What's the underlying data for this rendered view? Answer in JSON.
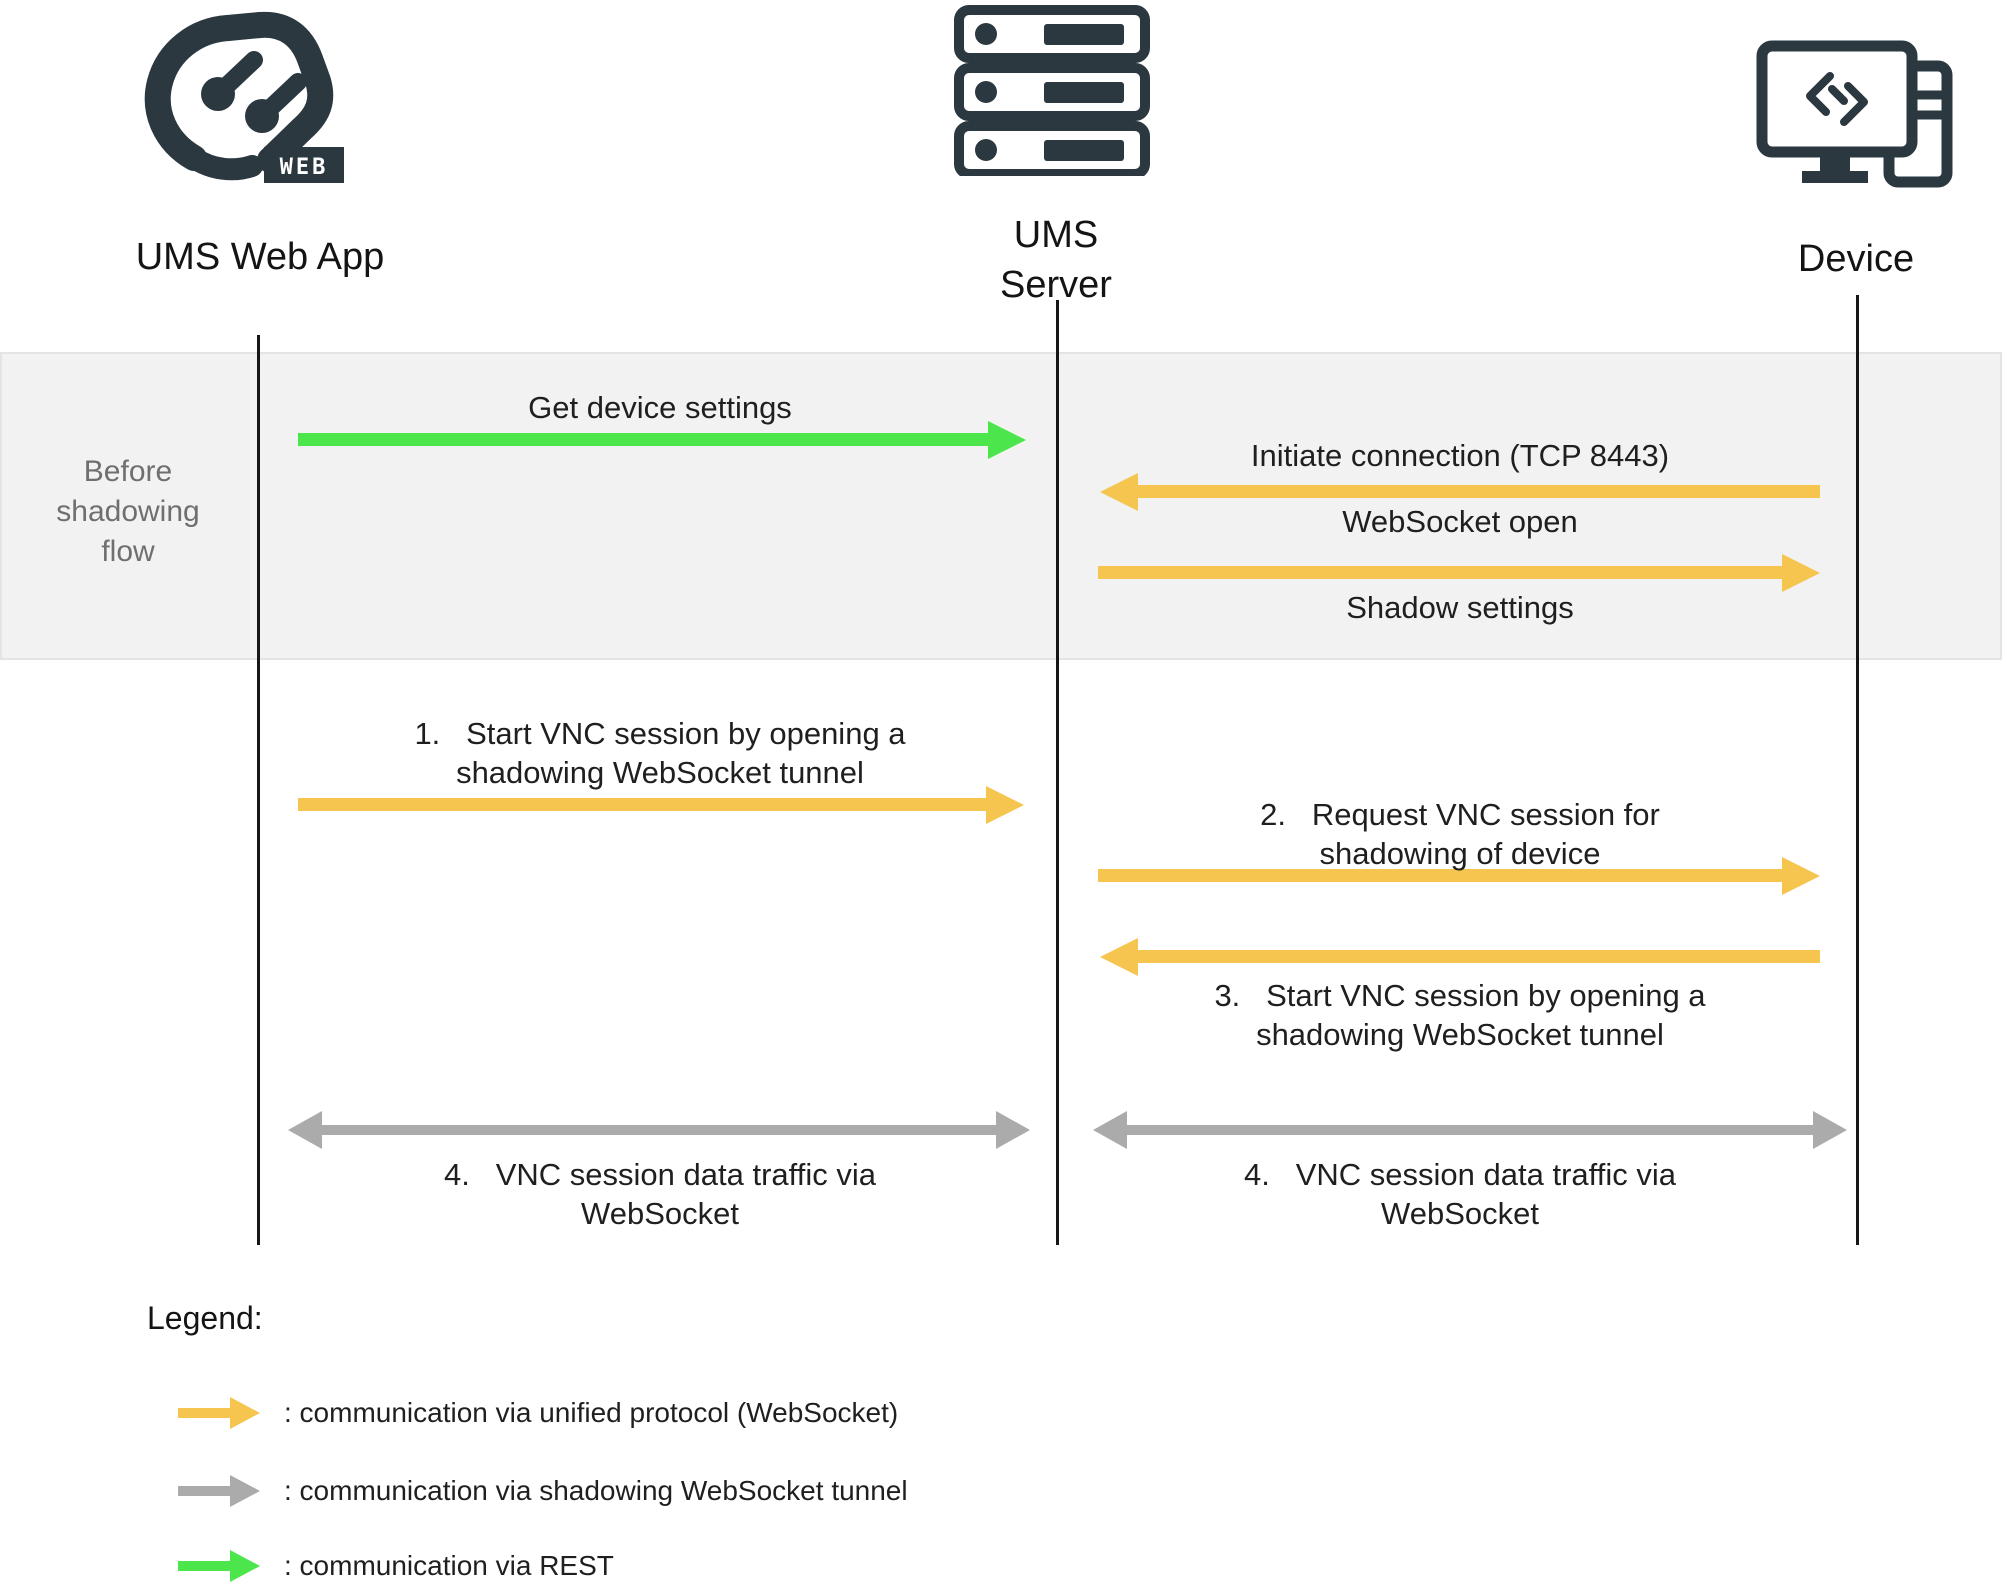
{
  "diagram": {
    "actors": {
      "webapp": {
        "label": "UMS Web App",
        "badge": "WEB"
      },
      "server": {
        "label": "UMS Server"
      },
      "device": {
        "label": "Device"
      }
    },
    "phase": {
      "label": "Before shadowing flow"
    },
    "messages": {
      "get_settings": {
        "text": "Get device settings",
        "from": "webapp",
        "to": "server",
        "protocol": "REST"
      },
      "initiate": {
        "text": "Initiate connection (TCP 8443)",
        "from": "device",
        "to": "server",
        "protocol": "unified"
      },
      "ws_open": {
        "text": "WebSocket open",
        "from": "server",
        "to": "device",
        "protocol": "unified"
      },
      "shadow_settings": {
        "text": "Shadow settings",
        "protocol": "unified"
      },
      "step1": {
        "lines": [
          "1.   Start VNC session by opening a",
          "shadowing WebSocket tunnel"
        ],
        "from": "webapp",
        "to": "server",
        "protocol": "unified"
      },
      "step2": {
        "lines": [
          "2.   Request VNC session for",
          "shadowing of device"
        ],
        "from": "server",
        "to": "device",
        "protocol": "unified"
      },
      "step3": {
        "lines": [
          "3.   Start VNC session by opening a",
          "shadowing WebSocket tunnel"
        ],
        "from": "device",
        "to": "server",
        "protocol": "unified"
      },
      "step4_left": {
        "lines": [
          "4.   VNC session data traffic via",
          "WebSocket"
        ],
        "between": [
          "webapp",
          "server"
        ],
        "bidirectional": true,
        "protocol": "shadowing-tunnel"
      },
      "step4_right": {
        "lines": [
          "4.   VNC session data traffic via",
          "WebSocket"
        ],
        "between": [
          "server",
          "device"
        ],
        "bidirectional": true,
        "protocol": "shadowing-tunnel"
      }
    },
    "legend": {
      "title": "Legend:",
      "items": [
        {
          "arrow_color": "#F5C54F",
          "text": ": communication via unified protocol (WebSocket)"
        },
        {
          "arrow_color": "#ABABAB",
          "text": ": communication via shadowing WebSocket tunnel"
        },
        {
          "arrow_color": "#4CE64C",
          "text": ": communication via REST"
        }
      ]
    },
    "colors": {
      "icon_dark": "#2b3840",
      "unified_yellow": "#F5C54F",
      "rest_green": "#4CE64C",
      "tunnel_gray": "#ABABAB",
      "band_bg": "#F2F2F2",
      "band_label_gray": "#6F6F6F"
    }
  }
}
